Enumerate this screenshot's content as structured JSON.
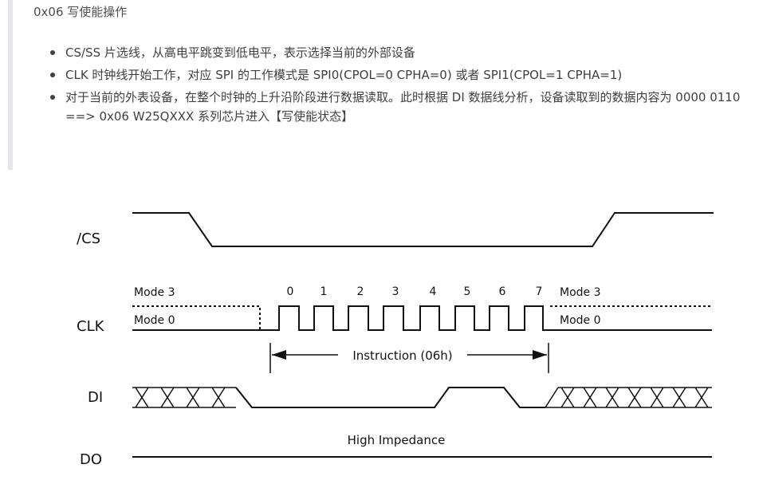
{
  "heading": "0x06 写使能操作",
  "bullets": [
    "CS/SS 片选线，从高电平跳变到低电平，表示选择当前的外部设备",
    "CLK 时钟线开始工作，对应 SPI 的工作模式是 SPI0(CPOL=0 CPHA=0) 或者 SPI1(CPOL=1 CPHA=1)",
    "对于当前的外表设备，在整个时钟的上升沿阶段进行数据读取。此时根据 DI 数据线分析，设备读取到的数据内容为 0000 0110 ==> 0x06 W25QXXX 系列芯片进入【写使能状态】"
  ],
  "diagram": {
    "signals": {
      "cs": "/CS",
      "clk": "CLK",
      "di": "DI",
      "do": "DO"
    },
    "clk_modes": {
      "left_upper": "Mode 3",
      "left_lower": "Mode 0",
      "right_upper": "Mode 3",
      "right_lower": "Mode 0"
    },
    "bit_numbers": [
      "0",
      "1",
      "2",
      "3",
      "4",
      "5",
      "6",
      "7"
    ],
    "instruction_label": "Instruction (06h)",
    "do_state": "High Impedance",
    "instruction_bits": [
      0,
      0,
      0,
      0,
      0,
      1,
      1,
      0
    ]
  }
}
